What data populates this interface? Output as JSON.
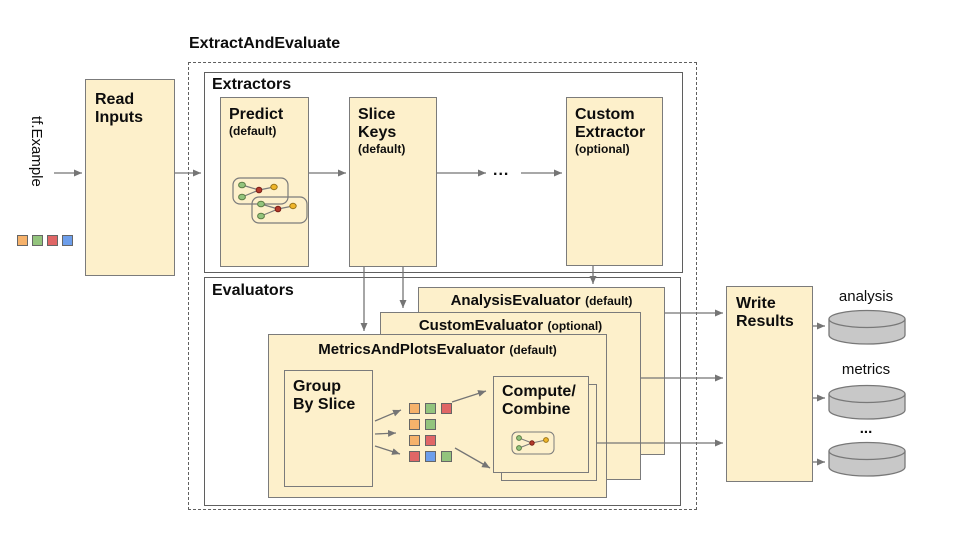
{
  "title": "ExtractAndEvaluate",
  "colors": {
    "box_fill": "#FDF0CB",
    "orange": "#F6B26B",
    "green": "#93C47D",
    "red": "#E06666",
    "blue": "#6D9EEB",
    "cylinder_fill": "#C8C8C8",
    "arrow": "#757575"
  },
  "input": {
    "label": "tf.Example",
    "squares": [
      "orange",
      "green",
      "red",
      "blue"
    ]
  },
  "read_inputs": {
    "line1": "Read",
    "line2": "Inputs"
  },
  "extractors": {
    "label": "Extractors",
    "predict": {
      "title": "Predict",
      "subtitle": "(default)"
    },
    "slice_keys": {
      "line1": "Slice",
      "line2": "Keys",
      "subtitle": "(default)"
    },
    "ellipsis": "...",
    "custom": {
      "line1": "Custom",
      "line2": "Extractor",
      "subtitle": "(optional)"
    }
  },
  "evaluators": {
    "label": "Evaluators",
    "analysis": {
      "title": "AnalysisEvaluator",
      "subtitle": "(default)"
    },
    "custom": {
      "title": "CustomEvaluator",
      "subtitle": "(optional)"
    },
    "metrics_plots": {
      "title": "MetricsAndPlotsEvaluator",
      "subtitle": "(default)",
      "group_by_slice": {
        "line1": "Group",
        "line2": "By Slice"
      },
      "slice_rows": [
        [
          "orange",
          "green",
          "red"
        ],
        [
          "orange",
          "green"
        ],
        [
          "orange",
          "red"
        ],
        [
          "red",
          "blue",
          "green"
        ]
      ],
      "compute_combine": {
        "line1": "Compute/",
        "line2": "Combine"
      }
    }
  },
  "write_results": {
    "line1": "Write",
    "line2": "Results"
  },
  "outputs": {
    "label1": "analysis",
    "label2": "metrics",
    "ellipsis": "..."
  }
}
